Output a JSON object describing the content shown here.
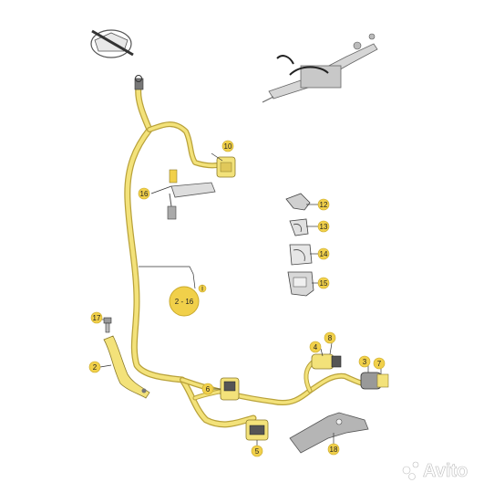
{
  "diagram": {
    "callouts": [
      {
        "id": "c10",
        "label": "10"
      },
      {
        "id": "c16",
        "label": "16"
      },
      {
        "id": "c12",
        "label": "12"
      },
      {
        "id": "c13",
        "label": "13"
      },
      {
        "id": "c14",
        "label": "14"
      },
      {
        "id": "c15",
        "label": "15"
      },
      {
        "id": "c17",
        "label": "17"
      },
      {
        "id": "c2",
        "label": "2"
      },
      {
        "id": "c4",
        "label": "4"
      },
      {
        "id": "c8",
        "label": "8"
      },
      {
        "id": "c3",
        "label": "3"
      },
      {
        "id": "c7",
        "label": "7"
      },
      {
        "id": "c6",
        "label": "6"
      },
      {
        "id": "c5",
        "label": "5"
      },
      {
        "id": "c18",
        "label": "18"
      }
    ],
    "range_label": "2 - 16"
  },
  "watermark": {
    "text": "Avito"
  },
  "colors": {
    "harness": "#f3e27a",
    "harness_stroke": "#b9a23a",
    "callout": "#f1d04a",
    "part_gray": "#9a9a9a",
    "part_dark": "#444444"
  }
}
